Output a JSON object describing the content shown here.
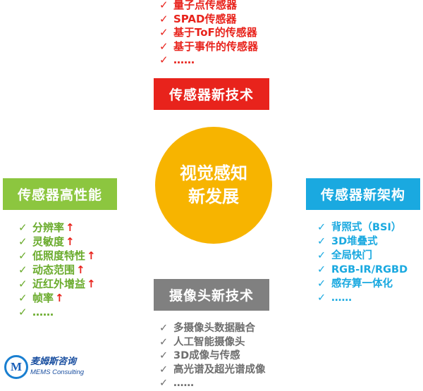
{
  "center": {
    "line1": "视觉感知",
    "line2": "新发展"
  },
  "top": {
    "title": "传感器新技术",
    "items": [
      "量子点传感器",
      "SPAD传感器",
      "基于ToF的传感器",
      "基于事件的传感器",
      "……"
    ]
  },
  "left": {
    "title": "传感器高性能",
    "items": [
      "分辨率",
      "灵敏度",
      "低照度特性",
      "动态范围",
      "近红外增益",
      "帧率",
      "……"
    ],
    "up_arrow": "↑"
  },
  "right": {
    "title": "传感器新架构",
    "items": [
      "背照式（BSI）",
      "3D堆叠式",
      "全局快门",
      "RGB-IR/RGBD",
      "感存算一体化",
      "……"
    ]
  },
  "bottom": {
    "title": "摄像头新技术",
    "items": [
      "多摄像头数据融合",
      "人工智能摄像头",
      "3D成像与传感",
      "高光谱及超光谱成像",
      "……"
    ]
  },
  "check_glyph": "✓",
  "logo": {
    "cn": "麦姆斯咨询",
    "en": "MEMS Consulting",
    "mark": "M"
  },
  "colors": {
    "red": "#e8231c",
    "green": "#8cc63f",
    "blue": "#1aa9e0",
    "gray": "#808080",
    "yellow": "#f7b400"
  }
}
